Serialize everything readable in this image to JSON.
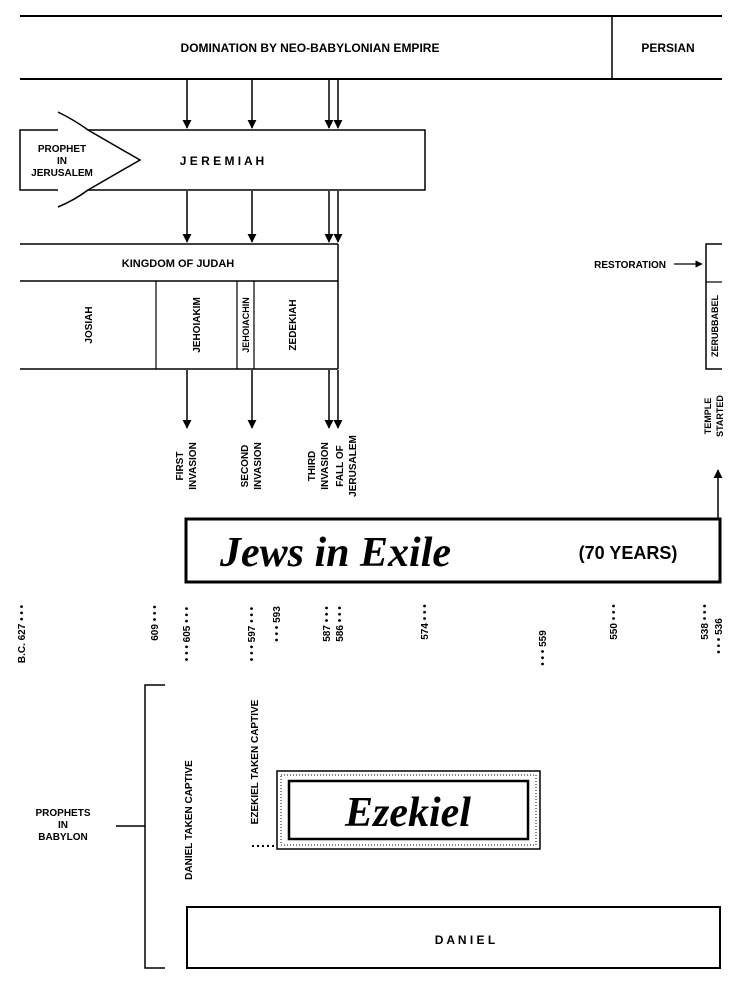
{
  "header": {
    "empire": "DOMINATION BY NEO-BABYLONIAN EMPIRE",
    "persian": "PERSIAN"
  },
  "prophet_jerusalem": {
    "label_line1": "PROPHET",
    "label_line2": "IN",
    "label_line3": "JERUSALEM",
    "name": "J E R E M I A H"
  },
  "kingdom": {
    "title": "KINGDOM OF JUDAH",
    "kings": [
      "JOSIAH",
      "JEHOIAKIM",
      "JEHOIACHIN",
      "ZEDEKIAH"
    ]
  },
  "restoration": {
    "label": "RESTORATION",
    "leader": "ZERUBBABEL",
    "temple_line1": "TEMPLE",
    "temple_line2": "STARTED"
  },
  "invasions": {
    "first_line1": "FIRST",
    "first_line2": "INVASION",
    "second_line1": "SECOND",
    "second_line2": "INVASION",
    "third_line1": "THIRD",
    "third_line2": "INVASION",
    "fall_line1": "FALL OF",
    "fall_line2": "JERUSALEM"
  },
  "exile": {
    "title": "Jews in Exile",
    "duration": "(70 YEARS)"
  },
  "timeline": {
    "bc": "B.C. 627 • • •",
    "dates": [
      "609 • • •",
      "• • • 605 • • •",
      "• • • 597 • • •",
      "• • • 593",
      "587 • • •",
      "586 • • •",
      "574 • • •",
      "• • • 559",
      "550 • • •",
      "538 • • •",
      "• • • 536"
    ]
  },
  "babylon": {
    "label_line1": "PROPHETS",
    "label_line2": "IN",
    "label_line3": "BABYLON",
    "daniel_captive": "DANIEL TAKEN CAPTIVE",
    "ezekiel_captive": "EZEKIEL TAKEN CAPTIVE",
    "ezekiel": "Ezekiel",
    "daniel": "D A N I E L"
  }
}
